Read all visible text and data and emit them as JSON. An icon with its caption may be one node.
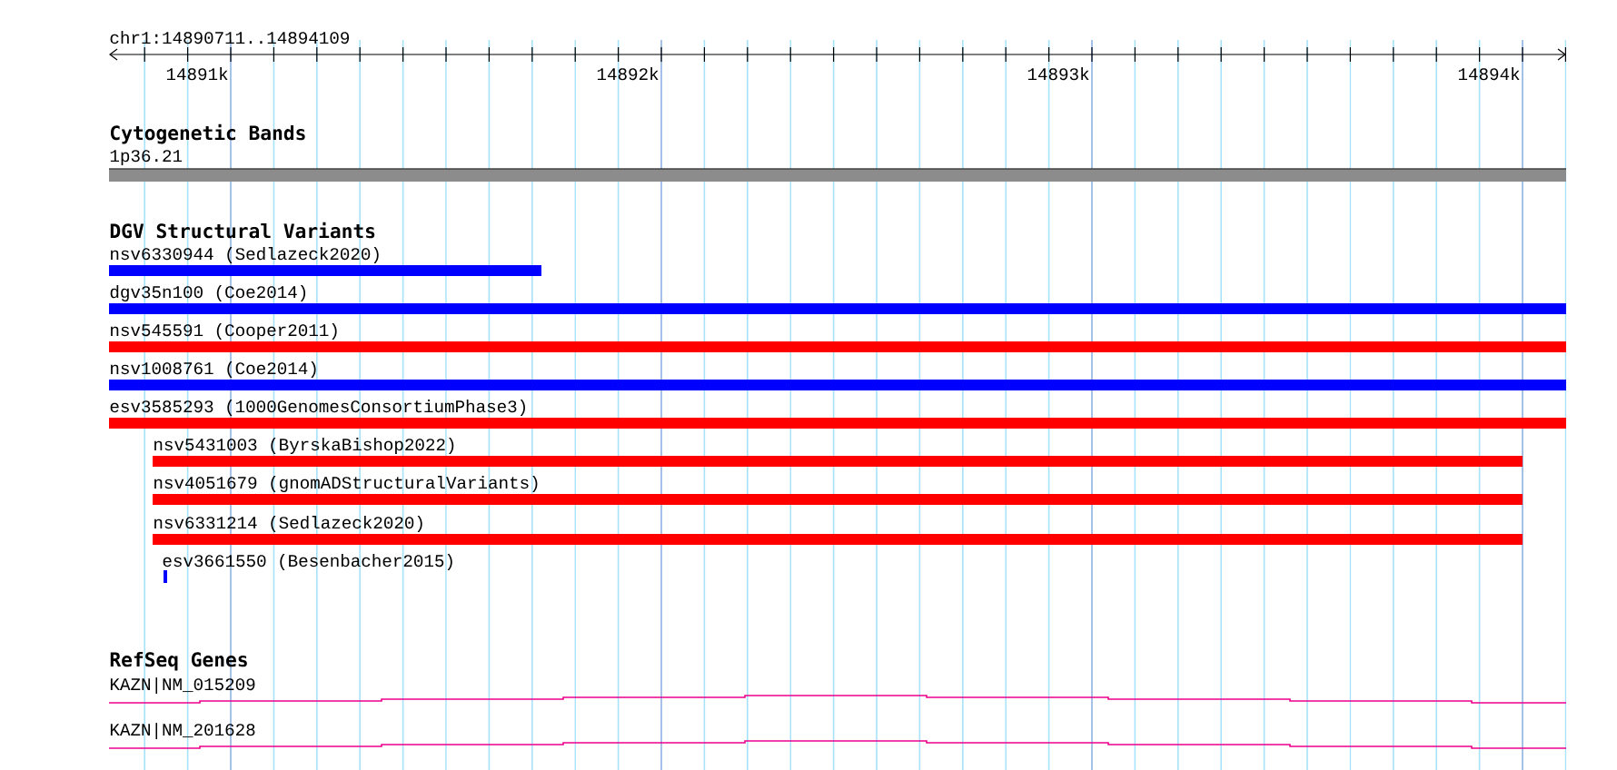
{
  "diagram": {
    "nodes": [
      {
        "text": [
          "1p36.21"
        ]
      },
      {
        "text": [
          "nsv6330944 (Sedlazeck2020)"
        ]
      },
      {
        "text": [
          "dgv35n100 (Coe2014)"
        ]
      },
      {
        "text": [
          "nsv545591 (Cooper2011)"
        ]
      },
      {
        "text": [
          "nsv1008761 (Coe2014)"
        ]
      },
      {
        "text": [
          "esv3585293 (1000GenomesConsortiumPhase3)"
        ]
      },
      {
        "text": [
          "nsv5431003 (ByrskaBishop2022)"
        ]
      },
      {
        "text": [
          "nsv4051679 (gnomADStructuralVariants)"
        ]
      },
      {
        "text": [
          "nsv6331214 (Sedlazeck2020)"
        ]
      },
      {
        "text": [
          "esv3661550 (Besenbacher2015)"
        ]
      },
      {
        "text": [
          "KAZN|NM_015209"
        ]
      },
      {
        "text": [
          "KAZN|NM_201628"
        ]
      }
    ],
    "edges": [],
    "labels": [
      "chr1:14890711..14894109",
      "14891k",
      "14892k",
      "14893k",
      "14894k",
      "Cytogenetic Bands",
      "DGV Structural Variants",
      "RefSeq Genes"
    ]
  }
}
